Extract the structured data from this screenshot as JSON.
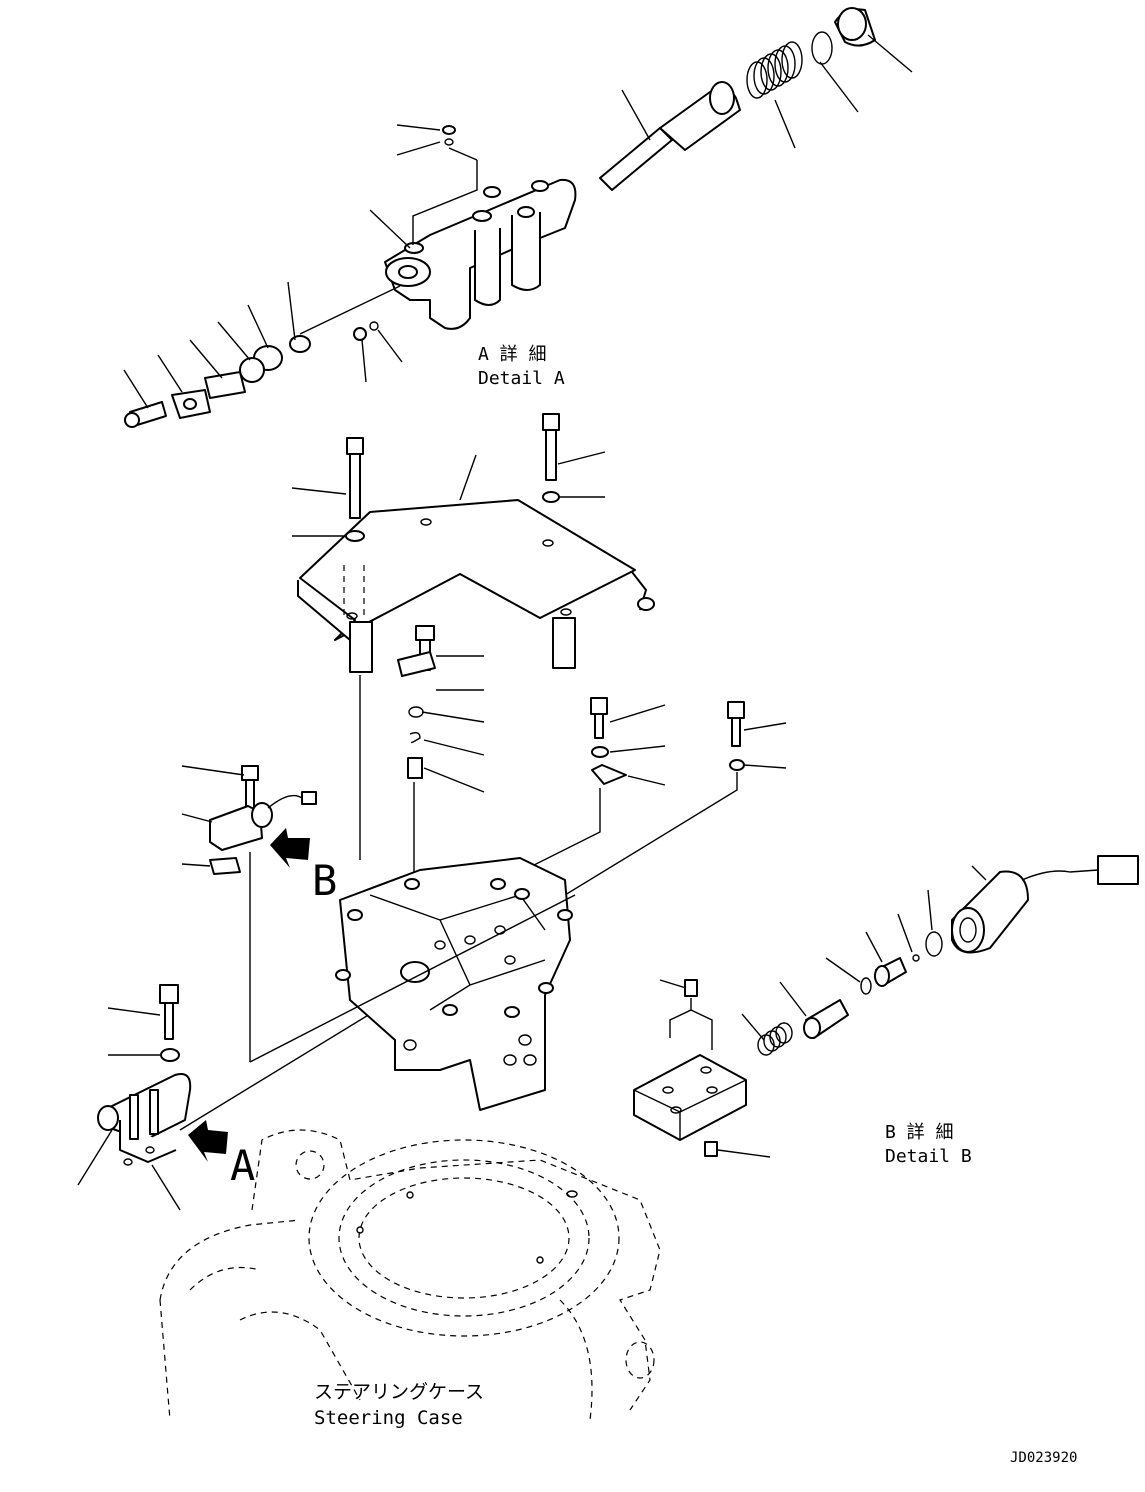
{
  "labels": {
    "detail_a_jp": "A 詳 細",
    "detail_a_en": "Detail A",
    "detail_b_jp": "B 詳 細",
    "detail_b_en": "Detail B",
    "steering_case_jp": "ステアリングケース",
    "steering_case_en": "Steering Case",
    "view_a": "A",
    "view_b": "B",
    "drawing_number": "JD023920"
  }
}
